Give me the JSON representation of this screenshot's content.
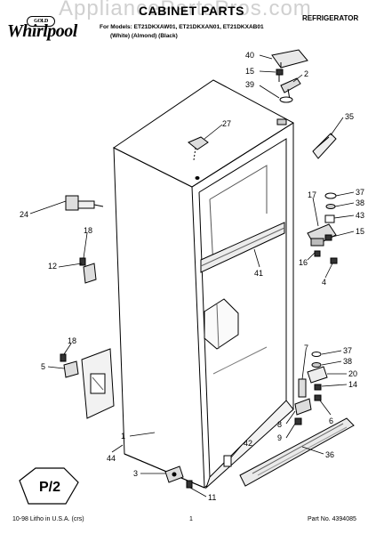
{
  "header": {
    "brand": "Whirlpool",
    "brand_badge": "GOLD",
    "title": "CABINET PARTS",
    "category": "REFRIGERATOR",
    "models": "For Models: ET21DKXAW01, ET21DKXAN01, ET21DKXAB01",
    "colors": "(White)     (Almond)     (Black)"
  },
  "watermark": "AppliancePartsPros.com",
  "callouts": [
    "40",
    "15",
    "2",
    "39",
    "35",
    "27",
    "17",
    "37",
    "38",
    "43",
    "15",
    "16",
    "4",
    "24",
    "18",
    "12",
    "41",
    "18",
    "5",
    "7",
    "37",
    "38",
    "20",
    "14",
    "6",
    "8",
    "9",
    "1",
    "44",
    "42",
    "36",
    "3",
    "11"
  ],
  "badge_text": "P/2",
  "footer": {
    "left": "10-98 Litho in U.S.A. (crs)",
    "page": "1",
    "part": "Part No. 4394085"
  }
}
